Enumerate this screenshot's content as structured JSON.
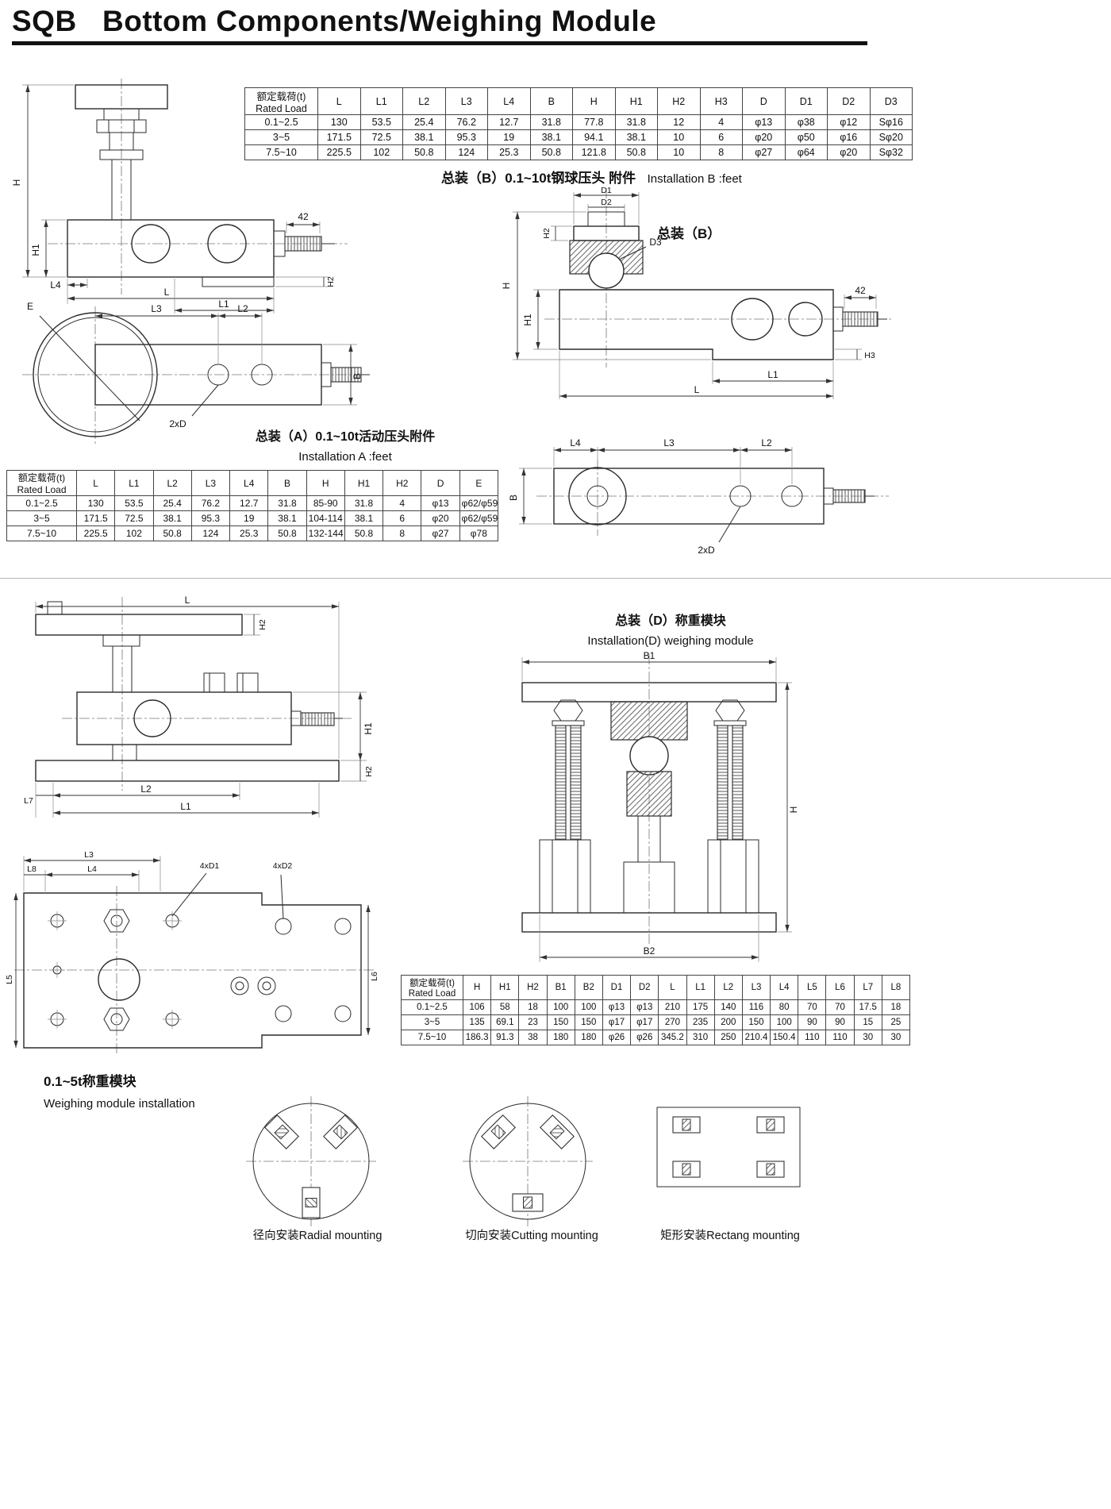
{
  "page": {
    "title": "SQB   Bottom Components/Weighing Module"
  },
  "captions": {
    "install_b_cn": "总装（B）0.1~10t钢球压头 附件",
    "install_b_en": "Installation B :feet",
    "install_b_label": "总装（B）",
    "install_a_cn": "总装（A）0.1~10t活动压头附件",
    "install_a_en": "Installation A :feet",
    "install_d_cn": "总装（D）称重模块",
    "install_d_en": "Installation(D) weighing module",
    "module_cn": "0.1~5t称重模块",
    "module_en": "Weighing module installation",
    "radial": "径向安装Radial mounting",
    "cutting": "切向安装Cutting mounting",
    "rectang": "矩形安装Rectang mounting"
  },
  "dim": {
    "L": "L",
    "L1": "L1",
    "L2": "L2",
    "L3": "L3",
    "L4": "L4",
    "L5": "L5",
    "L6": "L6",
    "L7": "L7",
    "L8": "L8",
    "B": "B",
    "B1": "B1",
    "B2": "B2",
    "H": "H",
    "H1": "H1",
    "H2": "H2",
    "H3": "H3",
    "D1": "D1",
    "D2": "D2",
    "D3": "D3",
    "E": "E",
    "n42": "42",
    "x2d": "2xD",
    "x4d1": "4xD1",
    "x4d2": "4xD2"
  },
  "tables": {
    "installation_b": {
      "headers": [
        "额定载荷(t)\nRated Load",
        "L",
        "L1",
        "L2",
        "L3",
        "L4",
        "B",
        "H",
        "H1",
        "H2",
        "H3",
        "D",
        "D1",
        "D2",
        "D3"
      ],
      "rows": [
        [
          "0.1~2.5",
          "130",
          "53.5",
          "25.4",
          "76.2",
          "12.7",
          "31.8",
          "77.8",
          "31.8",
          "12",
          "4",
          "φ13",
          "φ38",
          "φ12",
          "Sφ16"
        ],
        [
          "3~5",
          "171.5",
          "72.5",
          "38.1",
          "95.3",
          "19",
          "38.1",
          "94.1",
          "38.1",
          "10",
          "6",
          "φ20",
          "φ50",
          "φ16",
          "Sφ20"
        ],
        [
          "7.5~10",
          "225.5",
          "102",
          "50.8",
          "124",
          "25.3",
          "50.8",
          "121.8",
          "50.8",
          "10",
          "8",
          "φ27",
          "φ64",
          "φ20",
          "Sφ32"
        ]
      ]
    },
    "installation_a": {
      "headers": [
        "额定载荷(t)\nRated Load",
        "L",
        "L1",
        "L2",
        "L3",
        "L4",
        "B",
        "H",
        "H1",
        "H2",
        "D",
        "E"
      ],
      "rows": [
        [
          "0.1~2.5",
          "130",
          "53.5",
          "25.4",
          "76.2",
          "12.7",
          "31.8",
          "85-90",
          "31.8",
          "4",
          "φ13",
          "φ62/φ59"
        ],
        [
          "3~5",
          "171.5",
          "72.5",
          "38.1",
          "95.3",
          "19",
          "38.1",
          "104-114",
          "38.1",
          "6",
          "φ20",
          "φ62/φ59"
        ],
        [
          "7.5~10",
          "225.5",
          "102",
          "50.8",
          "124",
          "25.3",
          "50.8",
          "132-144",
          "50.8",
          "8",
          "φ27",
          "φ78"
        ]
      ]
    },
    "weighing_module": {
      "headers": [
        "额定载荷(t)\nRated Load",
        "H",
        "H1",
        "H2",
        "B1",
        "B2",
        "D1",
        "D2",
        "L",
        "L1",
        "L2",
        "L3",
        "L4",
        "L5",
        "L6",
        "L7",
        "L8"
      ],
      "rows": [
        [
          "0.1~2.5",
          "106",
          "58",
          "18",
          "100",
          "100",
          "φ13",
          "φ13",
          "210",
          "175",
          "140",
          "116",
          "80",
          "70",
          "70",
          "17.5",
          "18"
        ],
        [
          "3~5",
          "135",
          "69.1",
          "23",
          "150",
          "150",
          "φ17",
          "φ17",
          "270",
          "235",
          "200",
          "150",
          "100",
          "90",
          "90",
          "15",
          "25"
        ],
        [
          "7.5~10",
          "186.3",
          "91.3",
          "38",
          "180",
          "180",
          "φ26",
          "φ26",
          "345.2",
          "310",
          "250",
          "210.4",
          "150.4",
          "110",
          "110",
          "30",
          "30"
        ]
      ]
    }
  }
}
